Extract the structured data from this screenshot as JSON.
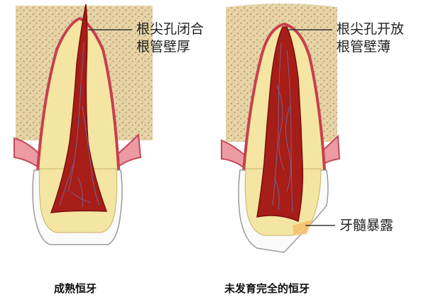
{
  "colors": {
    "bone_fill": "#e6d3a5",
    "bone_dots": "#c4a877",
    "dentin": "#f4e6a2",
    "pulp": "#a71d18",
    "pulp_dark": "#7d0f0c",
    "gum": "#ec9aa3",
    "gum_line": "#c24a5a",
    "enamel": "#fafafa",
    "enamel_line": "#9b9b9b",
    "ligament": "#c7404d",
    "nerve": "#6b7fc4",
    "exposure": "#f6c06a",
    "leader_line": "#333333"
  },
  "mature_tooth": {
    "label_line1": "根尖孔闭合",
    "label_line2": "根管壁厚",
    "caption": "成熟恒牙"
  },
  "immature_tooth": {
    "label_line1": "根尖孔开放",
    "label_line2": "根管壁薄",
    "label_exposure": "牙髓暴露",
    "caption": "未发育完全的恒牙"
  }
}
